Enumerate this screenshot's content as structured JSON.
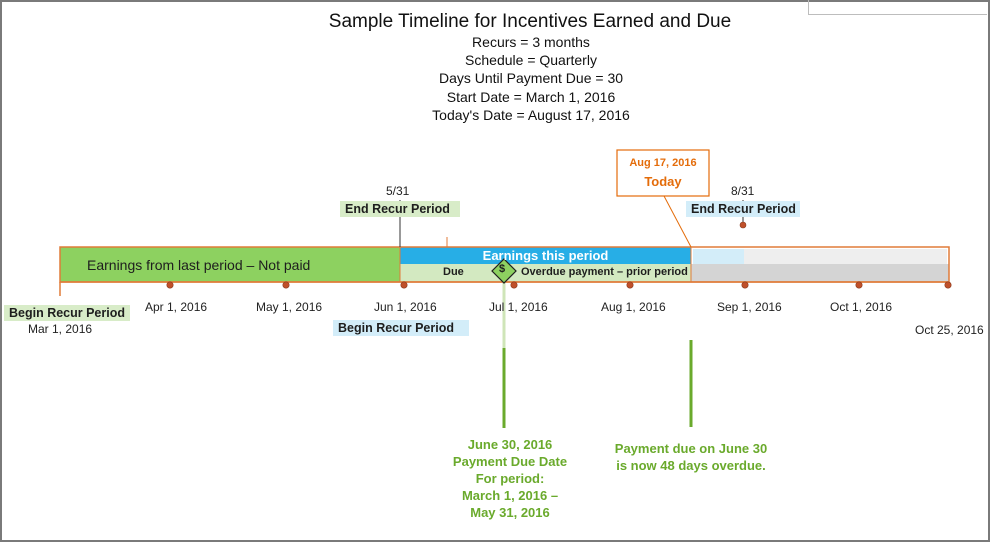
{
  "title": "Sample Timeline for Incentives Earned and Due",
  "subtitles": [
    "Recurs = 3  months",
    "Schedule = Quarterly",
    "Days Until Payment Due  = 30",
    "Start Date = March 1, 2016",
    "Today's Date = August 17, 2016"
  ],
  "timeline": {
    "start_label": "Mar 1, 2016",
    "start_tag": "Begin Recur Period",
    "end_label": "Oct 25, 2016",
    "month_ticks": [
      "Apr 1, 2016",
      "May 1, 2016",
      "Jun 1, 2016",
      "Jul 1, 2016",
      "Aug 1, 2016",
      "Sep 1, 2016",
      "Oct 1, 2016"
    ]
  },
  "bars": {
    "last_period": "Earnings from last period – Not paid",
    "this_period": "Earnings this period",
    "due": "Due",
    "overdue": "Overdue payment – prior period"
  },
  "milestones": {
    "end_recur_1_date": "5/31",
    "end_recur_1_label": "End Recur Period",
    "end_recur_2_date": "8/31",
    "end_recur_2_label": "End Recur Period",
    "begin_recur_2_label": "Begin Recur Period"
  },
  "today": {
    "date": "Aug 17, 2016",
    "label": "Today"
  },
  "payment_due": {
    "symbol": "$",
    "lines": [
      "June 30, 2016",
      "Payment Due Date",
      "For period:",
      "March 1, 2016 –",
      "May 31, 2016"
    ]
  },
  "overdue_note": {
    "lines": [
      "Payment due on June 30",
      "is now 48 days overdue."
    ]
  },
  "colors": {
    "axis": "#e07b39",
    "marker": "#c0502a",
    "last_period_fill": "#8dd160",
    "this_period_fill": "#27aee6",
    "due_fill": "#d3e9c1",
    "accent_green": "#6aaa2c",
    "today_orange": "#e46c0a"
  }
}
